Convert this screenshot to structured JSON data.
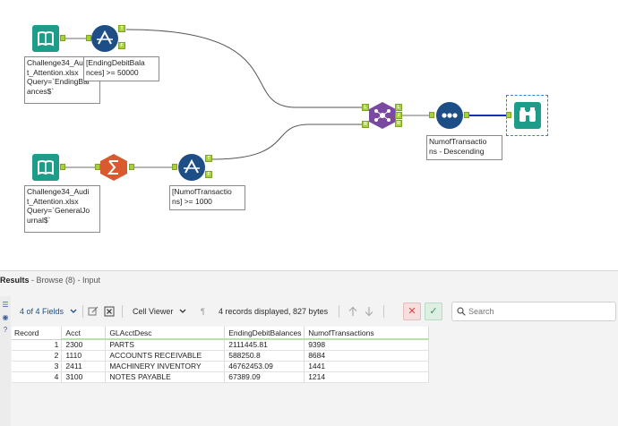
{
  "canvas": {
    "annotations": {
      "input1": "Challenge34_Au\nt_Attention.xlsx\nQuery=`EndingBal\nances$`",
      "filter1": "[EndingDebitBala\nnces] >= 50000",
      "input2": "Challenge34_Audi\nt_Attention.xlsx\nQuery=`GeneralJo\nurnal$`",
      "filter2": "[NumofTransactio\nns] >= 1000",
      "sort": "NumofTransactio\nns - Descending"
    },
    "anchor_labels": {
      "true": "T",
      "false": "F",
      "left": "L",
      "join": "J",
      "right": "R"
    },
    "colors": {
      "input": "#1e9c8a",
      "filter": "#1e4e86",
      "summarize": "#d85a2e",
      "join": "#7a4aa0",
      "sort": "#1e4e86",
      "browse": "#1e9c8a",
      "anchor": "#a6d138"
    }
  },
  "results": {
    "title": "Results",
    "subtitle": " - Browse (8) - Input",
    "toolbar": {
      "fields_label": "4 of 4 Fields",
      "cell_viewer_label": "Cell Viewer",
      "records_info": "4 records displayed, 827 bytes",
      "search_placeholder": "Search"
    },
    "icons": {
      "fields_dropdown": "chevron-down-icon",
      "edit": "edit-icon",
      "clear": "x-box-icon",
      "cell_viewer_dropdown": "chevron-down-icon",
      "paragraph": "pilcrow-icon",
      "up": "arrow-up-icon",
      "down": "arrow-down-icon",
      "cancel": "x-icon",
      "apply": "check-icon",
      "search": "search-icon"
    },
    "table": {
      "headers": [
        "Record",
        "Acct",
        "GLAcctDesc",
        "EndingDebitBalances",
        "NumofTransactions"
      ],
      "rows": [
        [
          "1",
          "2300",
          "PARTS",
          "2111445.81",
          "9398"
        ],
        [
          "2",
          "1110",
          "ACCOUNTS RECEIVABLE",
          "588250.8",
          "8684"
        ],
        [
          "3",
          "2411",
          "MACHINERY INVENTORY",
          "46762453.09",
          "1441"
        ],
        [
          "4",
          "3100",
          "NOTES PAYABLE",
          "67389.09",
          "1214"
        ]
      ]
    }
  }
}
